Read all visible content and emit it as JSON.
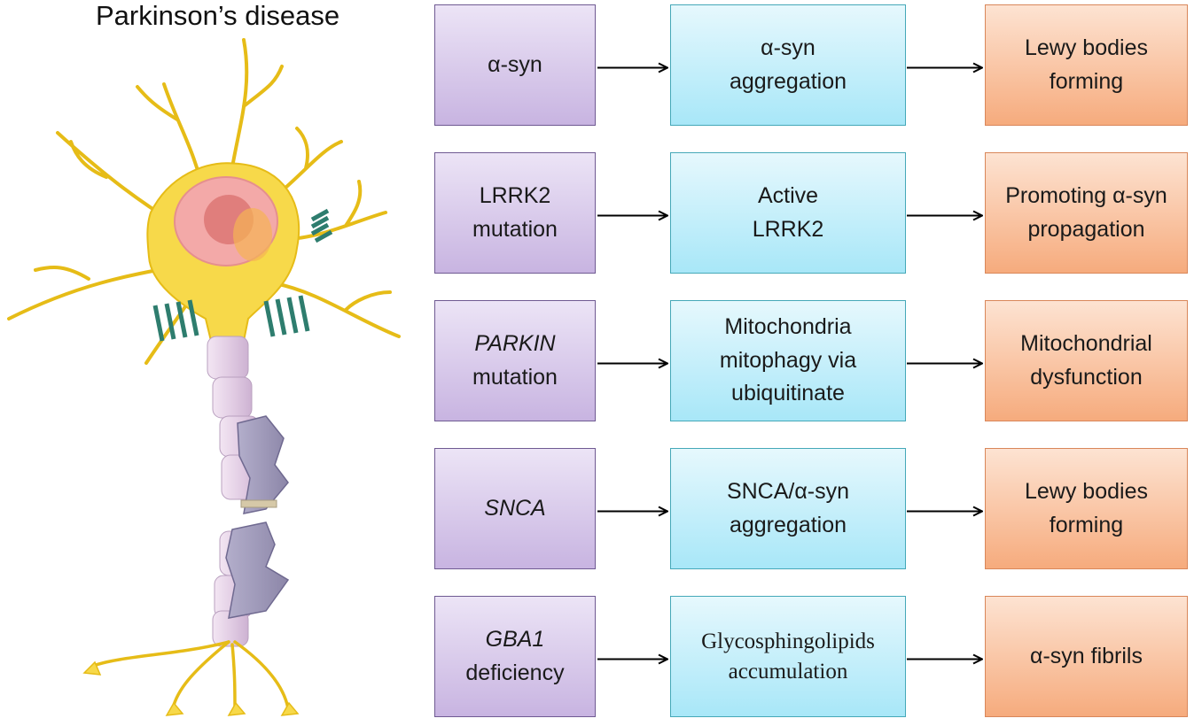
{
  "title": "Parkinson’s disease",
  "rows": [
    {
      "cause": [
        {
          "text": "α-syn",
          "italic": false
        }
      ],
      "mechanism": [
        "α-syn",
        "aggregation"
      ],
      "outcome": [
        "Lewy bodies",
        "forming"
      ]
    },
    {
      "cause": [
        {
          "text": "LRRK2",
          "italic": false
        },
        {
          "text": "mutation",
          "italic": false
        }
      ],
      "mechanism": [
        "Active",
        "LRRK2"
      ],
      "outcome": [
        "Promoting α-syn",
        "propagation"
      ]
    },
    {
      "cause": [
        {
          "text": "PARKIN",
          "italic": true
        },
        {
          "text": "mutation",
          "italic": false
        }
      ],
      "mechanism": [
        "Mitochondria",
        "mitophagy  via",
        "ubiquitinate"
      ],
      "outcome": [
        "Mitochondrial",
        "dysfunction"
      ]
    },
    {
      "cause": [
        {
          "text": "SNCA",
          "italic": true
        }
      ],
      "mechanism": [
        "SNCA/α-syn",
        "aggregation"
      ],
      "outcome": [
        "Lewy bodies",
        "forming"
      ]
    },
    {
      "cause": [
        {
          "text": "GBA1",
          "italic": true
        },
        {
          "text": "deficiency",
          "italic": false
        }
      ],
      "mechanism": [
        "Glycosphingolipids",
        "accumulation"
      ],
      "mechanism_serif": true,
      "outcome": [
        "α-syn fibrils"
      ]
    }
  ],
  "colors": {
    "cause_border": "#6f5a92",
    "mechanism_border": "#45a8b8",
    "outcome_border": "#d9875a",
    "arrow": "#000000",
    "neuron_body": "#f7d94a",
    "axon_segment": "#e6d3e6",
    "myelin_sheath": "#9d97b8"
  },
  "illustration": "neuron-with-alpha-synuclein-helices"
}
